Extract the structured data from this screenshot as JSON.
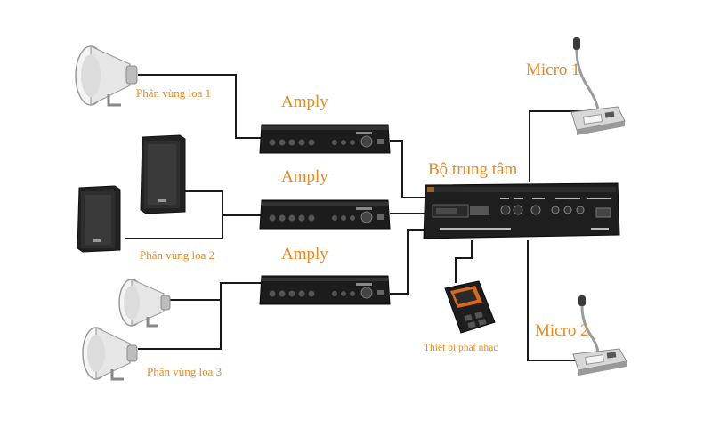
{
  "labels": {
    "zone1": "Phân vùng loa 1",
    "zone2": "Phân vùng loa 2",
    "zone3": "Phân vùng loa 3",
    "amp1": "Amply",
    "amp2": "Amply",
    "amp3": "Amply",
    "central": "Bộ trung tâm",
    "mic1": "Micro 1",
    "mic2": "Micro 2",
    "player": "Thiết bị phát nhạc"
  },
  "colors": {
    "label": "#e8891d",
    "wire": "#1a1a1a",
    "device_body": "#1c1c1c",
    "horn_white": "#f2f2f2"
  },
  "icons": {
    "horn_speaker": "horn-speaker-icon",
    "box_speaker": "box-speaker-icon",
    "amplifier": "amplifier-icon",
    "central_unit": "mixer-icon",
    "microphone": "gooseneck-microphone-icon",
    "player": "music-player-icon"
  }
}
